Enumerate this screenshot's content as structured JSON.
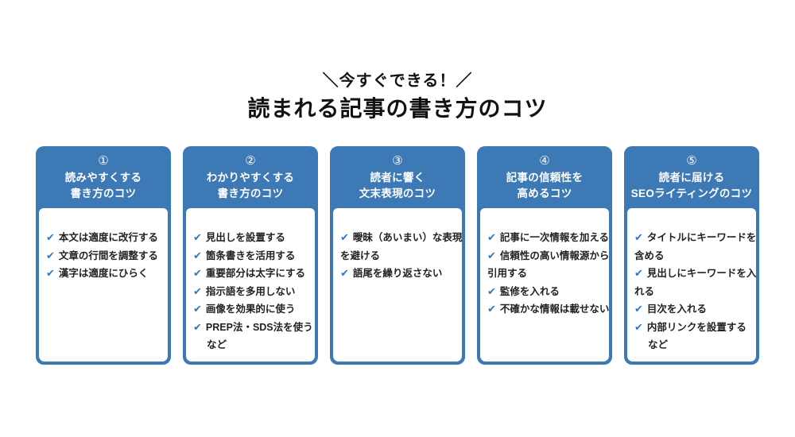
{
  "header": {
    "kicker": "＼今すぐできる！／",
    "title": "読まれる記事の書き方のコツ"
  },
  "icons": {
    "check": "✔"
  },
  "colors": {
    "card-blue": "#3D7AB5",
    "check-blue": "#2E79C7",
    "text": "#222222",
    "title": "#111111",
    "bg": "#FFFFFF"
  },
  "cards": [
    {
      "number": "①",
      "title_line1": "読みやすくする",
      "title_line2": "書き方のコツ",
      "items": [
        {
          "lines": [
            "本文は適度に改行する"
          ]
        },
        {
          "lines": [
            "文章の行間を調整する"
          ]
        },
        {
          "lines": [
            "漢字は適度にひらく"
          ]
        }
      ]
    },
    {
      "number": "②",
      "title_line1": "わかりやすくする",
      "title_line2": "書き方のコツ",
      "items": [
        {
          "lines": [
            "見出しを設置する"
          ]
        },
        {
          "lines": [
            "箇条書きを活用する"
          ]
        },
        {
          "lines": [
            "重要部分は太字にする"
          ]
        },
        {
          "lines": [
            "指示語を多用しない"
          ]
        },
        {
          "lines": [
            "画像を効果的に使う"
          ]
        },
        {
          "lines": [
            "PREP法・SDS法を使う"
          ]
        },
        {
          "etc": true,
          "lines": [
            "など"
          ]
        }
      ]
    },
    {
      "number": "③",
      "title_line1": "読者に響く",
      "title_line2": "文末表現のコツ",
      "items": [
        {
          "lines": [
            "曖昧（あいまい）な表現",
            "を避ける"
          ]
        },
        {
          "lines": [
            "語尾を繰り返さない"
          ]
        }
      ]
    },
    {
      "number": "④",
      "title_line1": "記事の信頼性を",
      "title_line2": "高めるコツ",
      "items": [
        {
          "lines": [
            "記事に一次情報を加える"
          ]
        },
        {
          "lines": [
            "信頼性の高い情報源から",
            "引用する"
          ]
        },
        {
          "lines": [
            "監修を入れる"
          ]
        },
        {
          "lines": [
            "不確かな情報は載せない"
          ]
        }
      ]
    },
    {
      "number": "⑤",
      "title_line1": "読者に届ける",
      "title_line2": "SEOライティングのコツ",
      "items": [
        {
          "lines": [
            "タイトルにキーワードを",
            "含める"
          ]
        },
        {
          "lines": [
            "見出しにキーワードを入",
            "れる"
          ]
        },
        {
          "lines": [
            "目次を入れる"
          ]
        },
        {
          "lines": [
            "内部リンクを設置する"
          ]
        },
        {
          "etc": true,
          "lines": [
            "など"
          ]
        }
      ]
    }
  ]
}
